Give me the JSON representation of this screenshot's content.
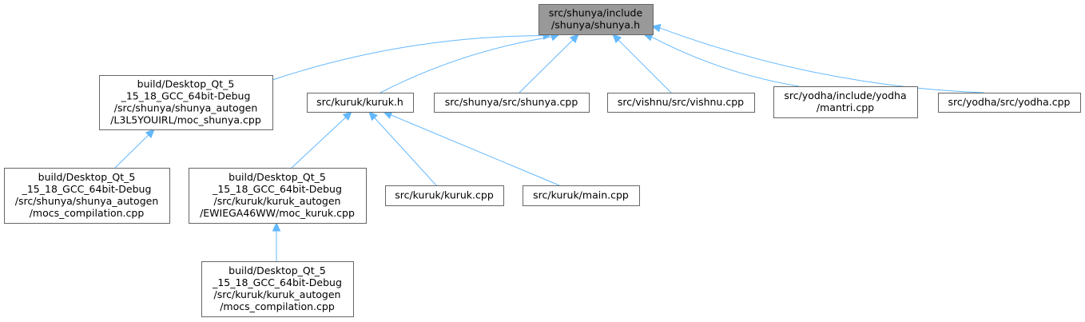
{
  "diagram": {
    "type": "include-dependency-graph",
    "nodes": {
      "root": [
        "src/shunya/include",
        "/shunya/shunya.h"
      ],
      "moc_shunya": [
        "build/Desktop_Qt_5",
        "_15_18_GCC_64bit-Debug",
        "/src/shunya/shunya_autogen",
        "/L3L5YOUIRL/moc_shunya.cpp"
      ],
      "kuruk_h": [
        "src/kuruk/kuruk.h"
      ],
      "shunya_cpp": [
        "src/shunya/src/shunya.cpp"
      ],
      "vishnu_cpp": [
        "src/vishnu/src/vishnu.cpp"
      ],
      "mantri_cpp": [
        "src/yodha/include/yodha",
        "/mantri.cpp"
      ],
      "yodha_cpp": [
        "src/yodha/src/yodha.cpp"
      ],
      "shunya_mocs": [
        "build/Desktop_Qt_5",
        "_15_18_GCC_64bit-Debug",
        "/src/shunya/shunya_autogen",
        "/mocs_compilation.cpp"
      ],
      "moc_kuruk": [
        "build/Desktop_Qt_5",
        "_15_18_GCC_64bit-Debug",
        "/src/kuruk/kuruk_autogen",
        "/EWIEGA46WW/moc_kuruk.cpp"
      ],
      "kuruk_cpp": [
        "src/kuruk/kuruk.cpp"
      ],
      "main_cpp": [
        "src/kuruk/main.cpp"
      ],
      "kuruk_mocs": [
        "build/Desktop_Qt_5",
        "_15_18_GCC_64bit-Debug",
        "/src/kuruk/kuruk_autogen",
        "/mocs_compilation.cpp"
      ]
    },
    "edges": [
      [
        "moc_shunya",
        "root"
      ],
      [
        "kuruk_h",
        "root"
      ],
      [
        "shunya_cpp",
        "root"
      ],
      [
        "vishnu_cpp",
        "root"
      ],
      [
        "mantri_cpp",
        "root"
      ],
      [
        "yodha_cpp",
        "root"
      ],
      [
        "shunya_mocs",
        "moc_shunya"
      ],
      [
        "moc_kuruk",
        "kuruk_h"
      ],
      [
        "kuruk_cpp",
        "kuruk_h"
      ],
      [
        "main_cpp",
        "kuruk_h"
      ],
      [
        "kuruk_mocs",
        "moc_kuruk"
      ]
    ],
    "colors": {
      "edge": "#63b8ff",
      "node_border": "#666666",
      "root_fill": "#999999",
      "node_fill": "#ffffff"
    }
  }
}
